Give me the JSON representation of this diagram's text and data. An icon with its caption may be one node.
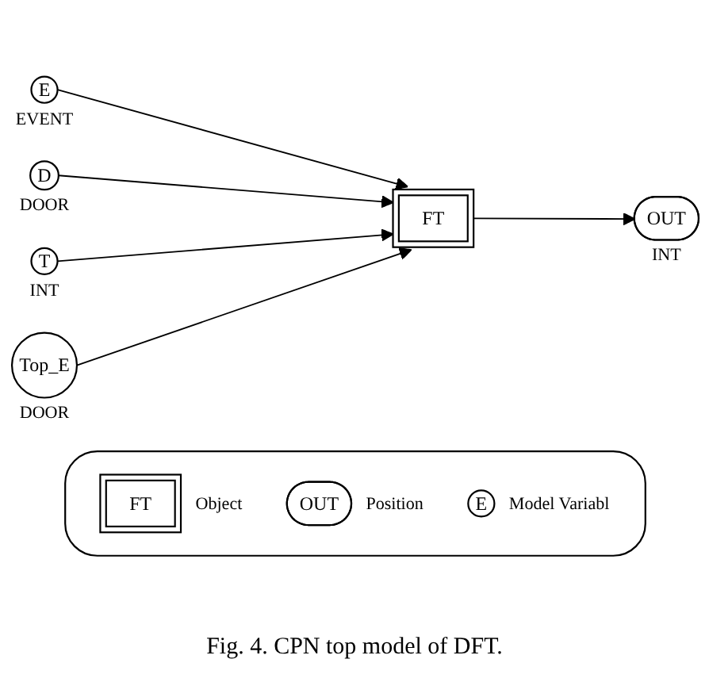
{
  "diagram": {
    "caption": "Fig. 4. CPN top model of DFT.",
    "nodes": [
      {
        "text": [
          "E"
        ],
        "beside": [
          "EVENT"
        ]
      },
      {
        "text": [
          "D"
        ],
        "beside": [
          "DOOR"
        ]
      },
      {
        "text": [
          "T"
        ],
        "beside": [
          "INT"
        ]
      },
      {
        "text": [
          "Top_E"
        ],
        "beside": [
          "DOOR"
        ]
      },
      {
        "text": [
          "FT"
        ]
      },
      {
        "text": [
          "OUT"
        ],
        "beside": [
          "INT"
        ]
      },
      {
        "text": [],
        "shape": "box"
      },
      {
        "text": [
          "FT"
        ],
        "in": 6,
        "beside": [
          "Object"
        ]
      },
      {
        "text": [
          "OUT"
        ],
        "in": 6,
        "beside": [
          "Position"
        ]
      },
      {
        "text": [
          "E"
        ],
        "in": 6,
        "beside": [
          "Model Variabl"
        ]
      }
    ],
    "edges": [
      {
        "from": 0,
        "to": 4,
        "arrow": "to"
      },
      {
        "from": 1,
        "to": 4,
        "arrow": "to"
      },
      {
        "from": 2,
        "to": 4,
        "arrow": "to"
      },
      {
        "from": 3,
        "to": 4,
        "arrow": "to"
      },
      {
        "from": 4,
        "to": 5,
        "arrow": "to"
      }
    ]
  }
}
